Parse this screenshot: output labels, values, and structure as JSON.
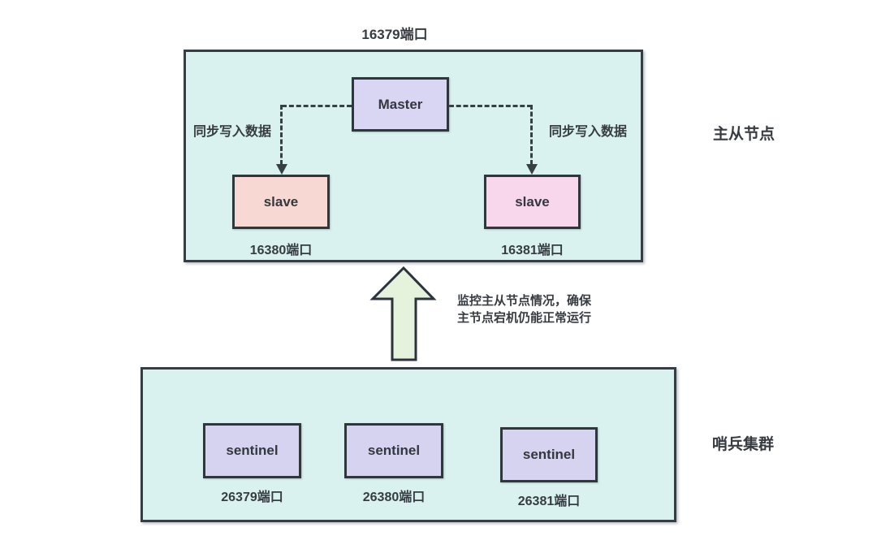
{
  "master_group": {
    "title": "16379端口",
    "side_label": "主从节点",
    "master_label": "Master",
    "sync_left": "同步写入数据",
    "sync_right": "同步写入数据",
    "slave_left": {
      "label": "slave",
      "port": "16380端口"
    },
    "slave_right": {
      "label": "slave",
      "port": "16381端口"
    }
  },
  "monitor_arrow": {
    "note_line1": "监控主从节点情况，确保",
    "note_line2": "主节点宕机仍能正常运行"
  },
  "sentinel_group": {
    "side_label": "哨兵集群",
    "sentinels": [
      {
        "label": "sentinel",
        "port": "26379端口"
      },
      {
        "label": "sentinel",
        "port": "26380端口"
      },
      {
        "label": "sentinel",
        "port": "26381端口"
      }
    ]
  },
  "colors": {
    "container_fill": "#d9f2f0",
    "container_border": "#363d44",
    "master_fill": "#d9d6f3",
    "sentinel_fill": "#d6d3f1",
    "slave_left_fill": "#f8d8d2",
    "slave_right_fill": "#f8d6ec",
    "arrow_fill": "#e6f3dc",
    "arrow_border": "#2c333f",
    "dash_color": "#383f45",
    "text_color": "#373c42"
  }
}
